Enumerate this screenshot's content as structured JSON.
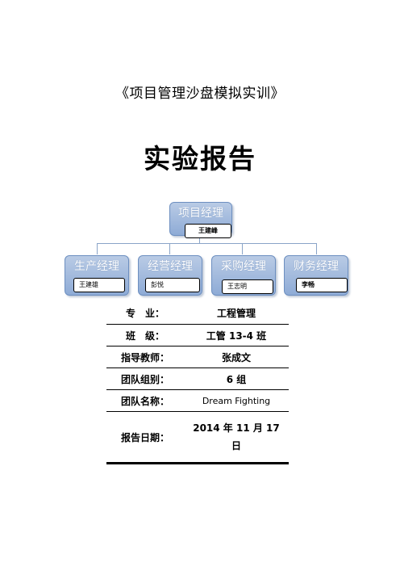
{
  "document": {
    "subtitle": "《项目管理沙盘模拟实训》",
    "title": "实验报告"
  },
  "org_chart": {
    "root": {
      "label": "项目经理",
      "name": "王建峰"
    },
    "children": [
      {
        "label": "生产经理",
        "name": "王建雄"
      },
      {
        "label": "经营经理",
        "name": "彭悦"
      },
      {
        "label": "采购经理",
        "name": "王志明"
      },
      {
        "label": "财务经理",
        "name": "李畅"
      }
    ]
  },
  "info_table": [
    {
      "key": "专　业：",
      "value": "工程管理"
    },
    {
      "key": "班　级：",
      "value": "工管 13-4 班"
    },
    {
      "key": "指导教师：",
      "value": "张成文"
    },
    {
      "key": "团队组别：",
      "value": "6 组"
    },
    {
      "key": "团队名称：",
      "value": "Dream Fighting"
    },
    {
      "key": "报告日期：",
      "value": "2014 年 11 月 17 日"
    }
  ]
}
